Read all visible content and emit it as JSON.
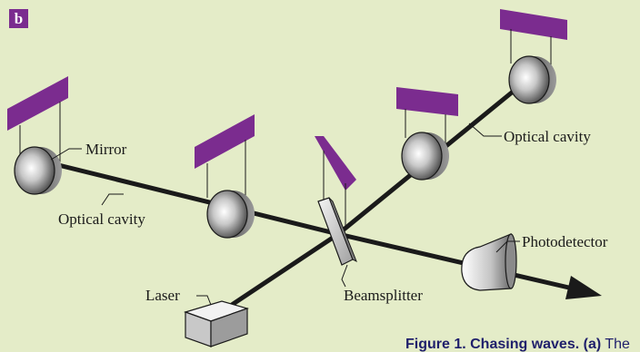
{
  "panel_letter": "b",
  "labels": {
    "mirror": "Mirror",
    "optical_cavity_left": "Optical cavity",
    "optical_cavity_right": "Optical cavity",
    "photodetector": "Photodetector",
    "laser": "Laser",
    "beamsplitter": "Beamsplitter"
  },
  "caption": {
    "bold": "Figure 1. Chasing waves. (a)",
    "rest": " The"
  },
  "colors": {
    "background": "#e4ecc8",
    "panel_letter_bg": "#7b2c8f",
    "suspension_plate": "#7b2c8f",
    "beam": "#1a1a1a",
    "caption": "#1f1f6b"
  }
}
